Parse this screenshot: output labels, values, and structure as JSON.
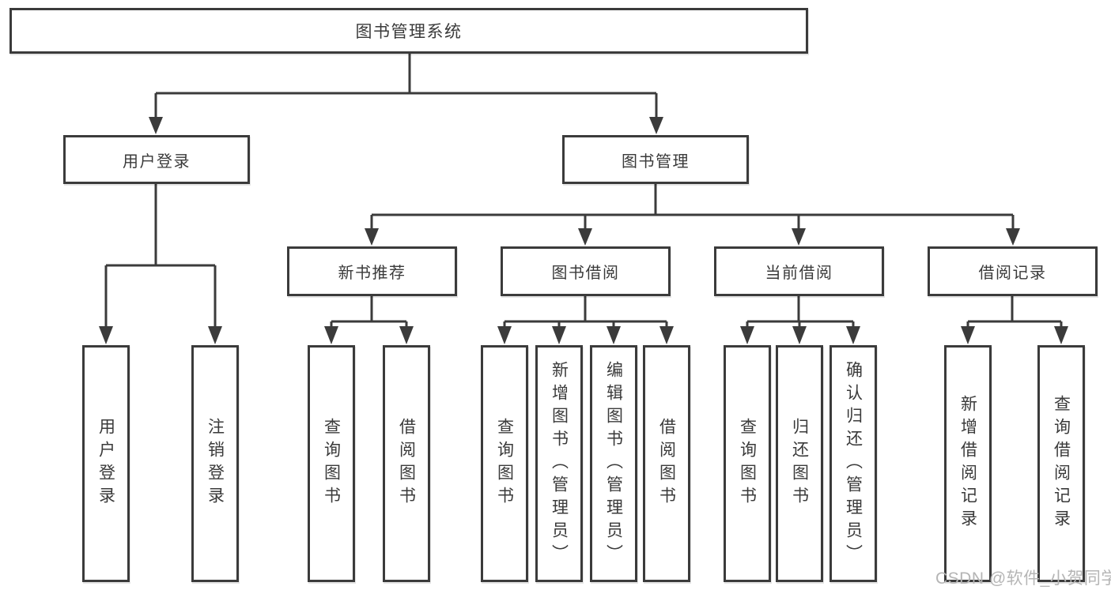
{
  "colors": {
    "line": "#3b3b3b",
    "text": "#3a3a3a",
    "background": "#ffffff",
    "watermark": "#b5b5b5"
  },
  "watermark": {
    "text": "CSDN @软件_小贺同学"
  },
  "chart_data": {
    "type": "tree-diagram",
    "title": "图书管理系统"
  },
  "tree": {
    "label": "图书管理系统",
    "children": [
      {
        "label": "用户登录",
        "children": [
          {
            "label": "用户登录"
          },
          {
            "label": "注销登录"
          }
        ]
      },
      {
        "label": "图书管理",
        "children": [
          {
            "label": "新书推荐",
            "children": [
              {
                "label": "查询图书"
              },
              {
                "label": "借阅图书"
              }
            ]
          },
          {
            "label": "图书借阅",
            "children": [
              {
                "label": "查询图书"
              },
              {
                "label": "新增图书（管理员）"
              },
              {
                "label": "编辑图书（管理员）"
              },
              {
                "label": "借阅图书"
              }
            ]
          },
          {
            "label": "当前借阅",
            "children": [
              {
                "label": "查询图书"
              },
              {
                "label": "归还图书"
              },
              {
                "label": "确认归还（管理员）"
              }
            ]
          },
          {
            "label": "借阅记录",
            "children": [
              {
                "label": "新增借阅记录"
              },
              {
                "label": "查询借阅记录"
              }
            ]
          }
        ]
      }
    ]
  }
}
